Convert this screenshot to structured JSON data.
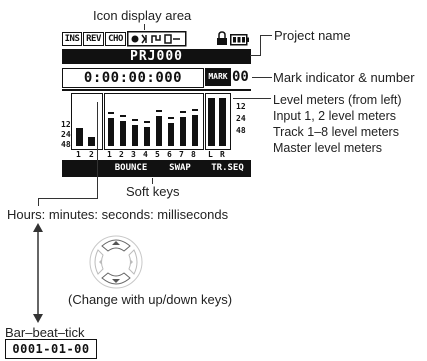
{
  "labels": {
    "icon_display_area": "Icon display area",
    "project_name": "Project name",
    "mark_indicator": "Mark indicator & number",
    "level_meters_title": "Level meters (from left)",
    "level_meters_input": "Input 1, 2 level meters",
    "level_meters_track": "Track 1–8 level meters",
    "level_meters_master": "Master level meters",
    "soft_keys": "Soft keys",
    "hms_format": "Hours: minutes: seconds: milliseconds",
    "change_note": "(Change with up/down keys)",
    "bar_beat_tick": "Bar–beat–tick"
  },
  "screen": {
    "status_icons": [
      "INS",
      "REV",
      "CHO"
    ],
    "project_name": "PRJ000",
    "counter": "0:00:00:000",
    "mark_label": "MARK",
    "mark_number": "00",
    "input_channel_labels": [
      "1",
      "2"
    ],
    "track_channel_labels": [
      "1",
      "2",
      "3",
      "4",
      "5",
      "6",
      "7",
      "8"
    ],
    "master_channel_labels": [
      "L",
      "R"
    ],
    "scale_labels": [
      "12",
      "24",
      "48"
    ],
    "softkeys": [
      "",
      "BOUNCE",
      "SWAP",
      "TR.SEQ"
    ]
  },
  "bar_beat_tick_value": "0001-01-00",
  "meters": {
    "input_levels": [
      0.35,
      0.18
    ],
    "track_levels": [
      0.55,
      0.5,
      0.42,
      0.38,
      0.6,
      0.45,
      0.58,
      0.62
    ],
    "master_levels": [
      0.95,
      0.95
    ]
  },
  "colors": {
    "lcd_ink": "#111111",
    "text": "#222222",
    "connector": "#333333"
  }
}
